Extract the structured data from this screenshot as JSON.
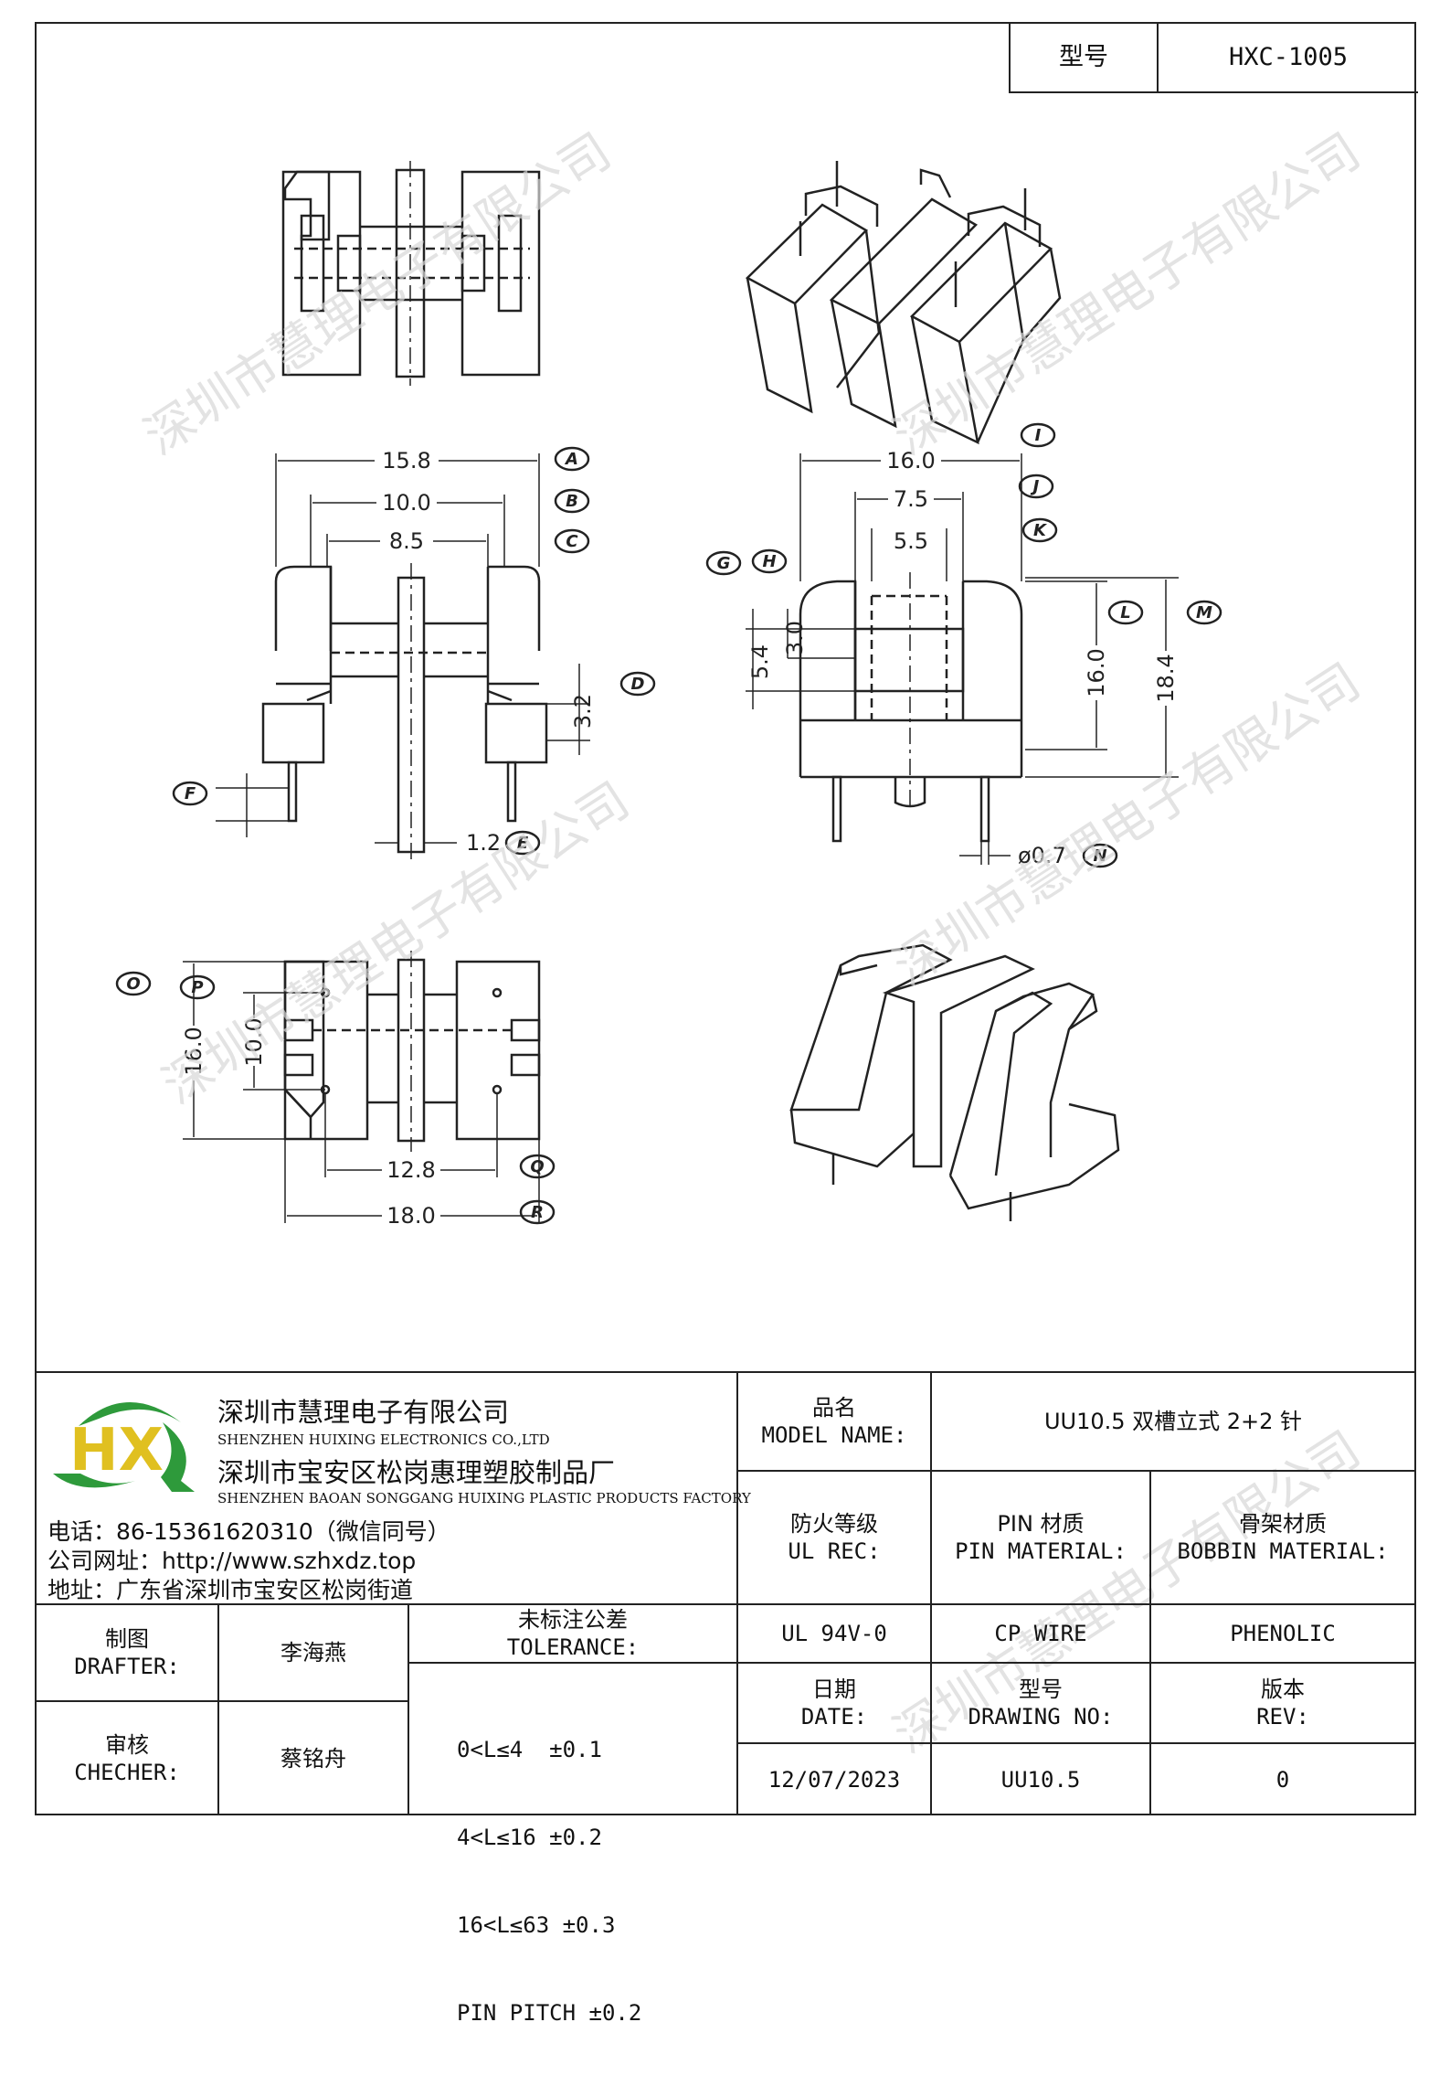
{
  "header": {
    "model_label": "型号",
    "model_value": "HXC-1005"
  },
  "drawing": {
    "dims": {
      "a": "15.8",
      "b": "10.0",
      "c": "8.5",
      "d": "3.2",
      "e": "1.2",
      "i": "16.0",
      "j": "7.5",
      "k": "5.5",
      "h": "3.0",
      "g": "5.4",
      "l": "16.0",
      "m": "18.4",
      "n": "ø0.7",
      "o": "16.0",
      "p": "10.0",
      "q": "12.8",
      "r": "18.0"
    },
    "letters": [
      "A",
      "B",
      "C",
      "D",
      "E",
      "F",
      "G",
      "H",
      "I",
      "J",
      "K",
      "L",
      "M",
      "N",
      "O",
      "P",
      "Q",
      "R"
    ]
  },
  "company": {
    "name_cn": "深圳市慧理电子有限公司",
    "name_en": "SHENZHEN HUIXING ELECTRONICS CO.,LTD",
    "factory_cn": "深圳市宝安区松岗惠理塑胶制品厂",
    "factory_en": "SHENZHEN BAOAN SONGGANG HUIXING PLASTIC PRODUCTS FACTORY",
    "phone": "电话：86-15361620310（微信同号）",
    "website": "公司网址：http://www.szhxdz.top",
    "address": "地址：广东省深圳市宝安区松岗街道",
    "logo_text": "HX"
  },
  "title_block": {
    "model_name_cn": "品名",
    "model_name_en": "MODEL NAME:",
    "model_name_value": "UU10.5 双槽立式 2+2 针",
    "ul_cn": "防火等级",
    "ul_en": "UL REC:",
    "ul_value": "UL 94V-0",
    "pin_cn": "PIN 材质",
    "pin_en": "PIN MATERIAL:",
    "pin_value": "CP WIRE",
    "bobbin_cn": "骨架材质",
    "bobbin_en": "BOBBIN MATERIAL:",
    "bobbin_value": "PHENOLIC",
    "drafter_cn": "制图",
    "drafter_en": "DRAFTER:",
    "drafter_value": "李海燕",
    "checker_cn": "审核",
    "checker_en": "CHECHER:",
    "checker_value": "蔡铭舟",
    "tolerance_cn": "未标注公差",
    "tolerance_en": "TOLERANCE:",
    "tolerance_lines": [
      "0<L≤4  ±0.1",
      "4<L≤16 ±0.2",
      "16<L≤63 ±0.3",
      "PIN PITCH ±0.2"
    ],
    "date_cn": "日期",
    "date_en": "DATE:",
    "date_value": "12/07/2023",
    "drawing_no_cn": "型号",
    "drawing_no_en": "DRAWING NO:",
    "drawing_no_value": "UU10.5",
    "rev_cn": "版本",
    "rev_en": "REV:",
    "rev_value": "0"
  },
  "watermark": "深圳市慧理电子有限公司",
  "colors": {
    "logo_green": "#2e9a3b",
    "logo_yellow": "#e0c020",
    "logo_blue": "#2a5fb0",
    "line": "#222222"
  }
}
